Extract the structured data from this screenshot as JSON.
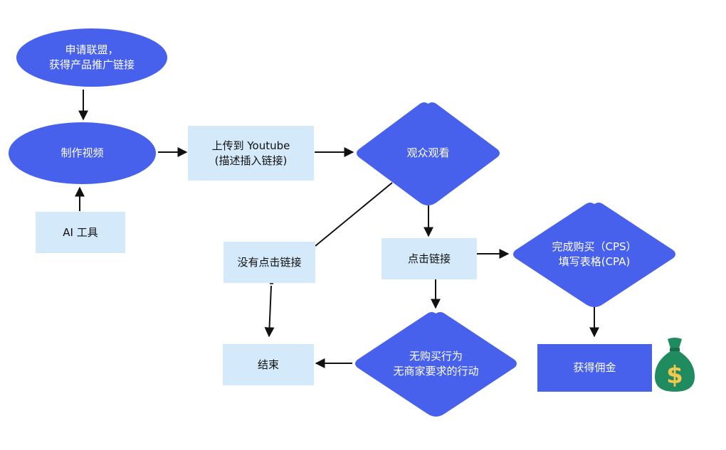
{
  "colors": {
    "primary": "#4761ec",
    "light": "#d4e9f9",
    "line": "#111111",
    "money_bag": "#1f8b5f",
    "dollar": "#f2c94c"
  },
  "nodes": {
    "apply": {
      "line1": "申请联盟，",
      "line2": "获得产品推广链接"
    },
    "make_video": {
      "label": "制作视频"
    },
    "ai_tools": {
      "label": "AI 工具"
    },
    "upload": {
      "line1": "上传到 Youtube",
      "line2": "(描述插入链接)"
    },
    "watch": {
      "label": "观众观看"
    },
    "no_click": {
      "label": "没有点击链接"
    },
    "click": {
      "label": "点击链接"
    },
    "complete": {
      "line1": "完成购买（CPS）",
      "line2": "填写表格(CPA)"
    },
    "end": {
      "label": "结束"
    },
    "no_purchase": {
      "line1": "无购买行为",
      "line2": "无商家要求的行动"
    },
    "commission": {
      "label": "获得佣金"
    }
  },
  "icons": {
    "money_bag": "money-bag-icon",
    "dollar_sign": "$"
  }
}
